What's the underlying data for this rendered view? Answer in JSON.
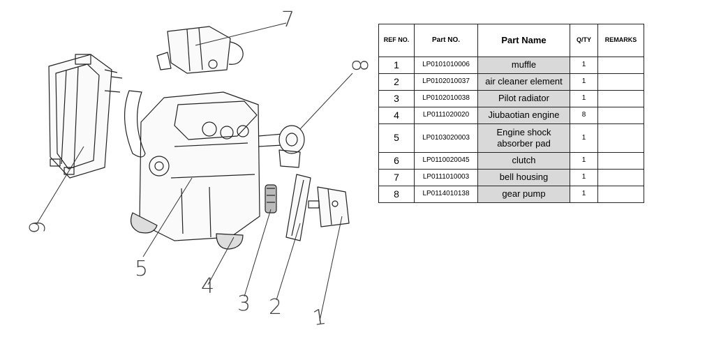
{
  "callouts": [
    "1",
    "2",
    "3",
    "4",
    "5",
    "6",
    "7",
    "8"
  ],
  "table": {
    "headers": [
      "REF NO.",
      "Part NO.",
      "Part Name",
      "Q/TY",
      "REMARKS"
    ],
    "rows": [
      {
        "ref": "1",
        "part_no": "LP0101010006",
        "name": "muffle",
        "qty": "1",
        "remarks": ""
      },
      {
        "ref": "2",
        "part_no": "LP0102010037",
        "name": "air cleaner element",
        "qty": "1",
        "remarks": ""
      },
      {
        "ref": "3",
        "part_no": "LP0102010038",
        "name": "Pilot radiator",
        "qty": "1",
        "remarks": ""
      },
      {
        "ref": "4",
        "part_no": "LP0111020020",
        "name": "Jiubaotian engine",
        "qty": "8",
        "remarks": ""
      },
      {
        "ref": "5",
        "part_no": "LP0103020003",
        "name": "Engine shock absorber pad",
        "qty": "1",
        "remarks": ""
      },
      {
        "ref": "6",
        "part_no": "LP0110020045",
        "name": "clutch",
        "qty": "1",
        "remarks": ""
      },
      {
        "ref": "7",
        "part_no": "LP0111010003",
        "name": "bell housing",
        "qty": "1",
        "remarks": ""
      },
      {
        "ref": "8",
        "part_no": "LP0114010138",
        "name": "gear pump",
        "qty": "1",
        "remarks": ""
      }
    ]
  }
}
